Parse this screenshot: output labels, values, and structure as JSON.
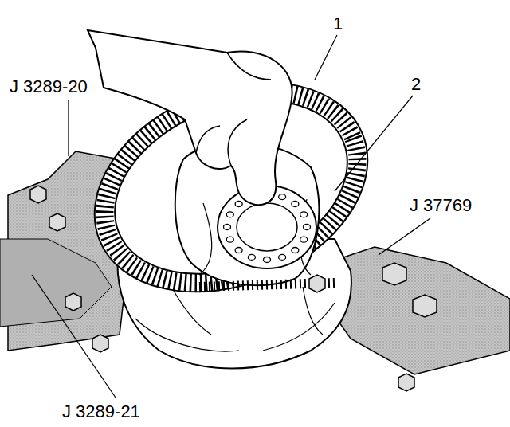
{
  "diagram": {
    "labels": [
      "1",
      "2",
      "J 3289-20",
      "J 37769",
      "J 3289-21"
    ]
  }
}
